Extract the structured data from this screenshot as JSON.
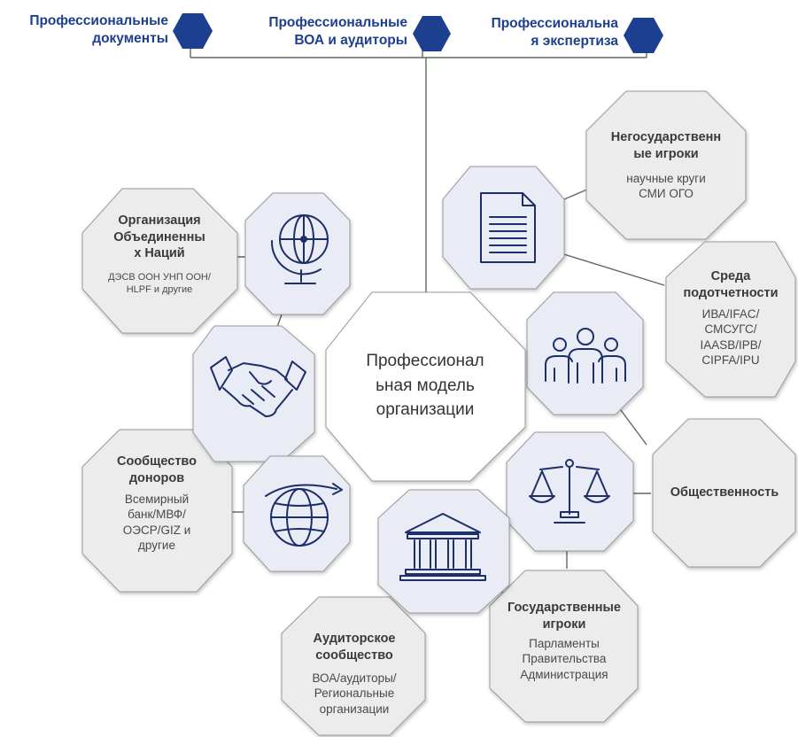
{
  "top_labels": [
    {
      "line1": "Профессиональные",
      "line2": "документы"
    },
    {
      "line1": "Профессиональные",
      "line2": "ВОА и аудиторы"
    },
    {
      "line1": "Профессиональна",
      "line2": "я экспертиза"
    }
  ],
  "center": {
    "line1": "Профессионал",
    "line2": "ьная модель",
    "line3": "организации"
  },
  "nodes": {
    "nongov": {
      "title1": "Негосударственн",
      "title2": "ые игроки",
      "sub1": "научные круги",
      "sub2": "СМИ ОГО"
    },
    "un": {
      "title1": "Организация",
      "title2": "Объединенны",
      "title3": "х Наций",
      "sub1": "ДЭСВ ООН УНП ООН/",
      "sub2": "HLPF и другие"
    },
    "accountability": {
      "title1": "Среда",
      "title2": "подотчетности",
      "sub1": "ИВА/IFAC/",
      "sub2": "СМСУГС/",
      "sub3": "IAASB/IPB/",
      "sub4": "CIPFA/IPU"
    },
    "public": {
      "title1": "Общественность"
    },
    "donors": {
      "title1": "Сообщество",
      "title2": "доноров",
      "sub1": "Всемирный",
      "sub2": "банк/МВФ/",
      "sub3": "ОЭСР/GIZ и",
      "sub4": "другие"
    },
    "state": {
      "title1": "Государственные",
      "title2": "игроки",
      "sub1": "Парламенты",
      "sub2": "Правительства",
      "sub3": "Администрация"
    },
    "audit": {
      "title1": "Аудиторское",
      "title2": "сообщество",
      "sub1": "ВОА/аудиторы/",
      "sub2": "Региональные",
      "sub3": "организации"
    }
  },
  "colors": {
    "accent_blue": "#1d3f8f",
    "icon_fill": "#e9ebf5",
    "gray_fill": "#ececec",
    "line": "#5a6a5a"
  }
}
